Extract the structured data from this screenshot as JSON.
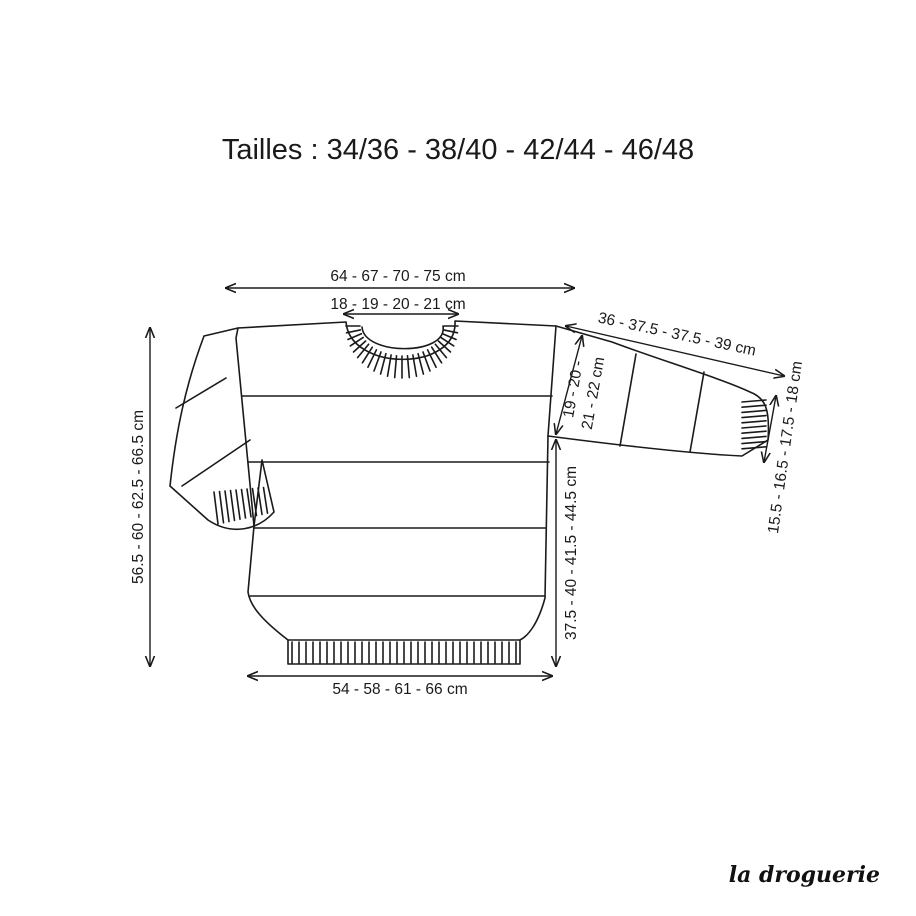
{
  "title": "Tailles : 34/36 - 38/40 - 42/44 - 46/48",
  "measurements": {
    "total_width": "64 - 67 - 70 - 75 cm",
    "neck_width": "18 - 19 - 20 - 21 cm",
    "sleeve_length": "36 - 37.5 - 37.5 - 39 cm",
    "sleeve_cuff_width": "15.5 - 16.5 - 17.5 - 18 cm",
    "armhole_line1": "19 - 20 -",
    "armhole_line2": "21 - 22 cm",
    "side_length": "37.5 - 40 - 41.5 - 44.5 cm",
    "total_length": "56.5 - 60 - 62.5 - 66.5 cm",
    "bottom_width": "54 - 58 - 61 - 66 cm"
  },
  "brand": "la droguerie"
}
